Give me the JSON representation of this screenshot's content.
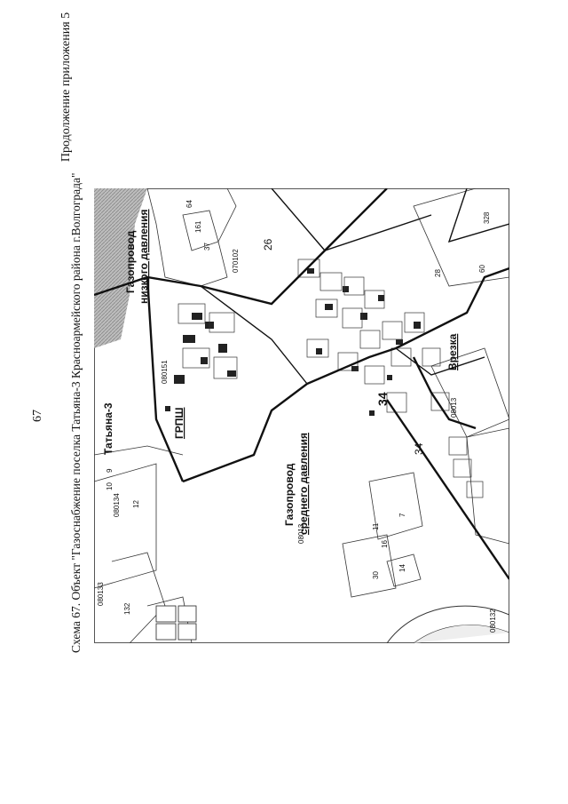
{
  "page_number": "67",
  "continuation": "Продолжение приложения 5",
  "caption": "Схема 67. Объект \"Газоснабжение поселка Татьяна-3 Красноармейского района г.Волгограда\"",
  "map": {
    "labels": {
      "settlement": "Татьяна-3",
      "grpsh": "ГРПШ",
      "gas_low_1": "Газопровод",
      "gas_low_2": "низкого давления",
      "gas_mid_1": "Газопровод",
      "gas_mid_2": "среднего давления",
      "tie_in": "Врезка",
      "num_34_big": "34",
      "num_34": "34",
      "num_26": "26",
      "q_080134": "080134",
      "q_080133": "080133",
      "q_080132": "080132",
      "q_070102": "070102",
      "q_080151": "080151",
      "q_0801x": "08013",
      "q_08013_right": "08013",
      "n_132": "132",
      "n_12": "12",
      "n_9": "9",
      "n_10": "10",
      "n_7": "7",
      "n_30": "30",
      "n_14": "14",
      "n_60": "60",
      "n_328": "328",
      "n_37": "37",
      "n_161": "161",
      "n_64": "64",
      "n_28": "28",
      "n_11": "11",
      "n_16": "16"
    }
  }
}
